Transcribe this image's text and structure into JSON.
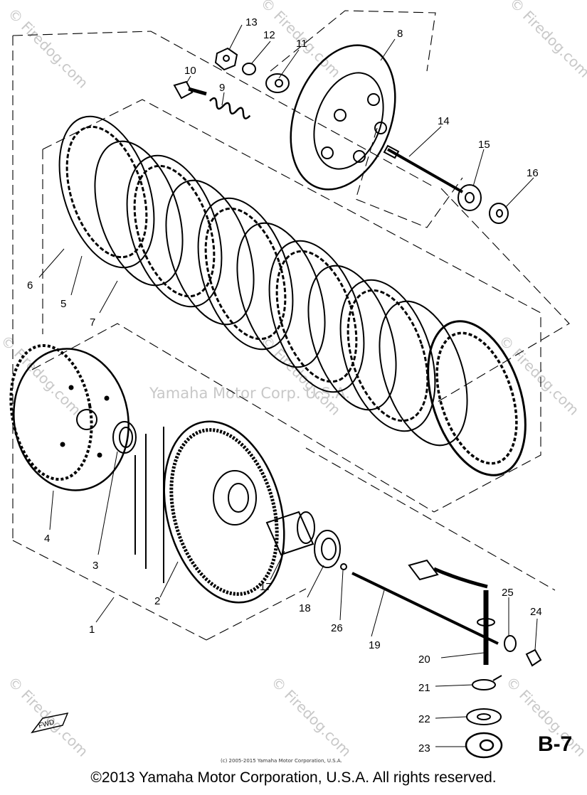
{
  "watermark": {
    "small": "© Firedog.com",
    "center": "Yamaha Motor Corp. U.S.A."
  },
  "page_code": "B-7",
  "fwd_label": "FWD",
  "credit_small": "(c) 2005-2015 Yamaha Motor Corporation, U.S.A.",
  "copyright": "©2013 Yamaha Motor Corporation, U.S.A. All rights reserved.",
  "callouts": [
    "1",
    "2",
    "3",
    "4",
    "5",
    "6",
    "7",
    "8",
    "9",
    "10",
    "11",
    "12",
    "13",
    "14",
    "15",
    "16",
    "17",
    "18",
    "19",
    "20",
    "21",
    "22",
    "23",
    "24",
    "25",
    "26"
  ],
  "colors": {
    "ink": "#000000",
    "watermark": "#c8c8c8"
  }
}
